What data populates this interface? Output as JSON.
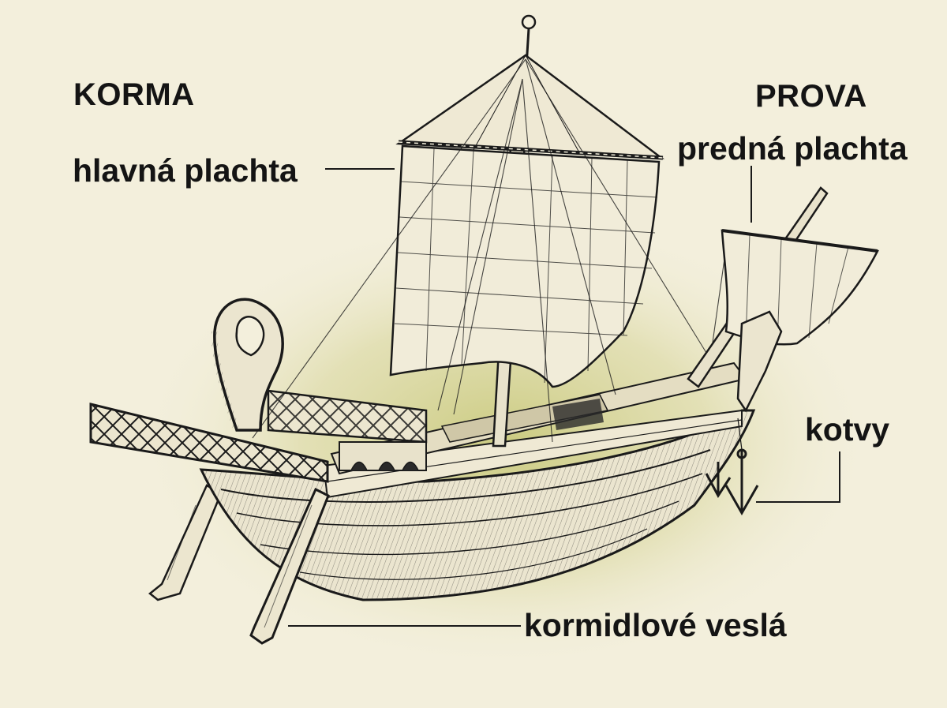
{
  "labels": {
    "stern": "KORMA",
    "bow": "PROVA",
    "main_sail": "hlavná plachta",
    "fore_sail": "predná plachta",
    "anchors": "kotvy",
    "steering_oars": "kormidlové veslá"
  },
  "colors": {
    "background": "#f3efdc",
    "glow": "#cfcf8a",
    "ink": "#1a1a1a",
    "sail": "#f1ecd9",
    "hull": "#ebe5cf"
  },
  "illustration": "roman-merchant-ship"
}
